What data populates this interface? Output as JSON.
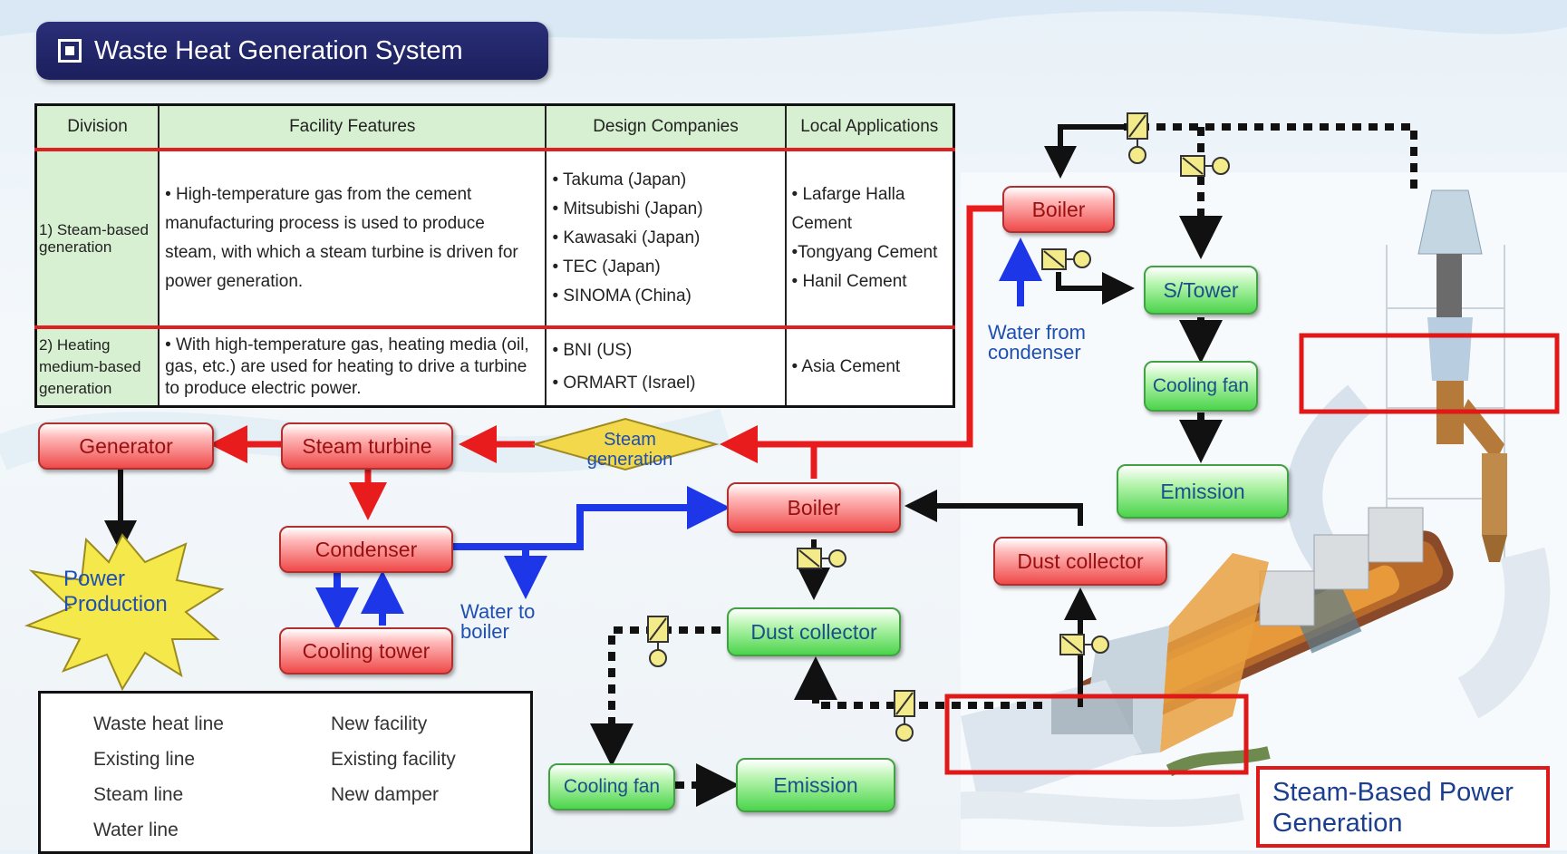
{
  "title": "Waste Heat Generation System",
  "table": {
    "headers": [
      "Division",
      "Facility Features",
      "Design Companies",
      "Local Applications"
    ],
    "rows": [
      {
        "division": "1)  Steam-based generation",
        "features": "• High-temperature gas from the cement manufacturing process is used to produce steam, with which a steam turbine is driven for power generation.",
        "companies": [
          "• Takuma (Japan)",
          "• Mitsubishi (Japan)",
          "• Kawasaki (Japan)",
          "• TEC (Japan)",
          "• SINOMA (China)"
        ],
        "applications": [
          "• Lafarge Halla Cement",
          "•Tongyang Cement",
          "• Hanil Cement"
        ]
      },
      {
        "division": "2) Heating medium-based generation",
        "features": "• With high-temperature gas, heating media (oil, gas, etc.) are used for heating to drive a turbine to produce electric power.",
        "companies": [
          "• BNI (US)",
          "• ORMART (Israel)"
        ],
        "applications": [
          "• Asia Cement"
        ]
      }
    ]
  },
  "nodes": {
    "generator": "Generator",
    "steam_turbine": "Steam turbine",
    "steam_generation": "Steam generation",
    "condenser": "Condenser",
    "cooling_tower": "Cooling tower",
    "power_production": "Power Production",
    "boiler_main": "Boiler",
    "dust_collector_new": "Dust collector",
    "dust_collector_exist": "Dust collector",
    "cooling_fan_low": "Cooling fan",
    "emission_low": "Emission",
    "boiler_top": "Boiler",
    "s_tower": "S/Tower",
    "cooling_fan_top": "Cooling fan",
    "emission_top": "Emission"
  },
  "labels": {
    "water_to_boiler": "Water to boiler",
    "water_from_condenser": "Water from condenser"
  },
  "legend": {
    "waste_heat_line": "Waste heat line",
    "existing_line": "Existing line",
    "steam_line": "Steam line",
    "water_line": "Water line",
    "new_facility": "New facility",
    "existing_facility": "Existing facility",
    "new_damper": "New damper"
  },
  "caption": "Steam-Based Power Generation",
  "colors": {
    "steam_line": "#e81c1c",
    "water_line": "#1c36e8",
    "waste_heat_line": "#111111",
    "title_bg": "#1b1f5c",
    "new_facility": "#ef4a4a",
    "existing_facility": "#4cd44c"
  }
}
